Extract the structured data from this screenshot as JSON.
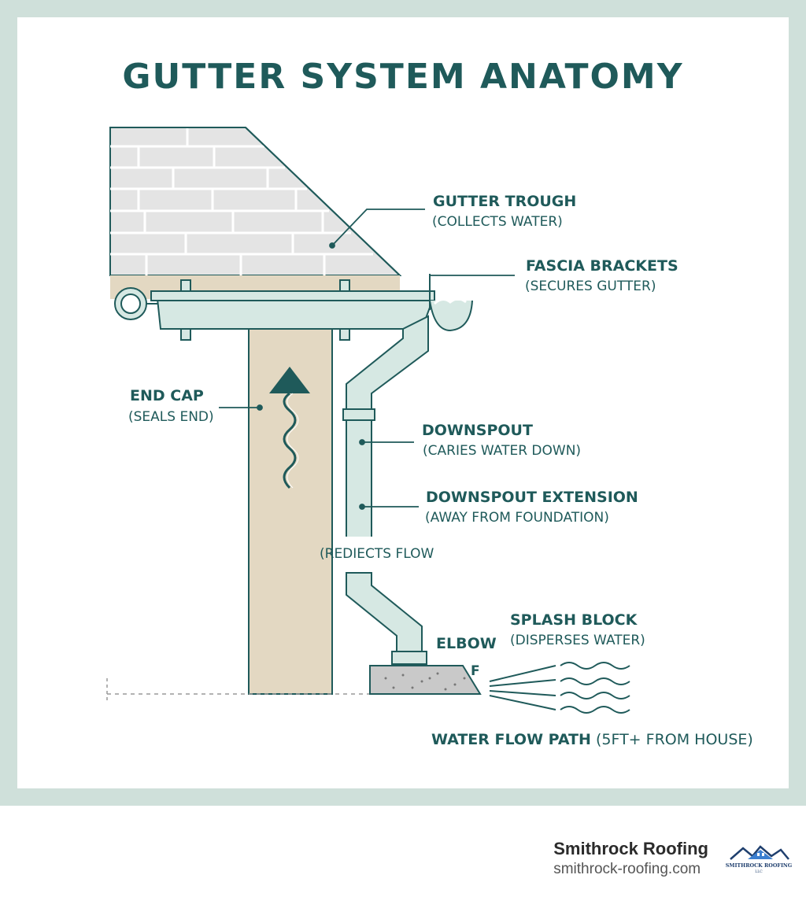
{
  "title": "GUTTER SYSTEM ANATOMY",
  "labels": {
    "gutter_trough": {
      "name": "GUTTER TROUGH",
      "desc": "(COLLECTS WATER)"
    },
    "fascia_brackets": {
      "name": "FASCIA BRACKETS",
      "desc": "(SECURES GUTTER)"
    },
    "end_cap": {
      "name": "END CAP",
      "desc": "(SEALS END)"
    },
    "downspout": {
      "name": "DOWNSPOUT",
      "desc": "(CARIES WATER DOWN)"
    },
    "downspout_extension": {
      "name": "DOWNSPOUT EXTENSION",
      "desc": "(AWAY FROM FOUNDATION)"
    },
    "redirects": {
      "desc": "(REDIECTS FLOW"
    },
    "elbow": {
      "name": "ELBOW"
    },
    "splash_block": {
      "name": "SPLASH BLOCK",
      "desc": "(DISPERSES WATER)",
      "marker": "F"
    },
    "water_flow": {
      "name": "WATER FLOW PATH",
      "desc": "(5FT+ FROM HOUSE)"
    }
  },
  "brand": {
    "name": "Smithrock Roofing",
    "url": "smithrock-roofing.com",
    "logo_text": "SMITHROCK ROOFING",
    "logo_sub": "LLC"
  },
  "colors": {
    "accent": "#1f5a5a",
    "pipe_fill": "#d6e8e3",
    "wall": "#e3d8c2",
    "roof": "#e4e4e4",
    "frame": "#cfe0da"
  }
}
